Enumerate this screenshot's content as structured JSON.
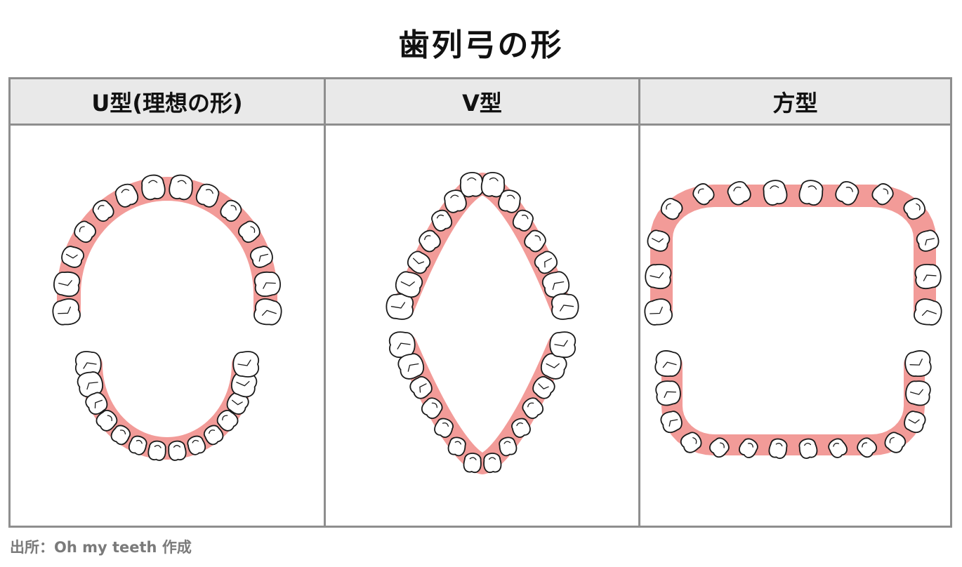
{
  "title": "歯列弓の形",
  "columns": [
    {
      "id": "u",
      "label": "U型(理想の形)"
    },
    {
      "id": "v",
      "label": "V型"
    },
    {
      "id": "square",
      "label": "方型"
    }
  ],
  "source": "出所：Oh my teeth 作成",
  "colors": {
    "gum": "#f29b98",
    "header_bg": "#e9e9e9",
    "border": "#8e8e8e",
    "tooth_outline": "#1a1a1a"
  },
  "arch_teeth_count": 14
}
